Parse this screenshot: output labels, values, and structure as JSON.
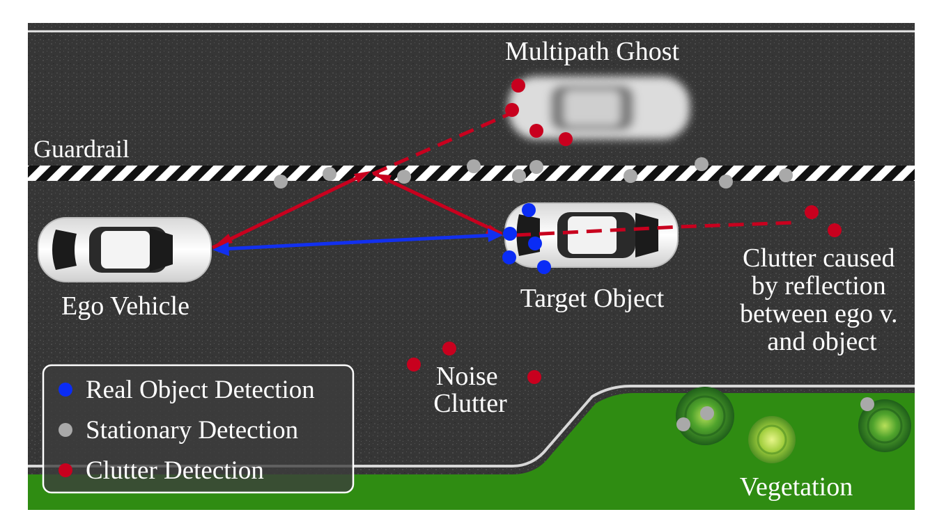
{
  "labels": {
    "multipath_ghost": "Multipath Ghost",
    "guardrail": "Guardrail",
    "ego_vehicle": "Ego Vehicle",
    "target_object": "Target Object",
    "clutter_reflection": [
      "Clutter caused",
      "by reflection",
      "between ego v.",
      "and object"
    ],
    "noise_clutter": [
      "Noise",
      "Clutter"
    ],
    "vegetation": "Vegetation"
  },
  "legend": [
    {
      "label": "Real Object Detection",
      "color": "#0a2cf5"
    },
    {
      "label": "Stationary Detection",
      "color": "#a9a9a9"
    },
    {
      "label": "Clutter Detection",
      "color": "#c8001e"
    }
  ],
  "colors": {
    "road": "#3a3a3a",
    "grass": "#2f8a12",
    "real_detection": "#0a2cf5",
    "stationary_detection": "#a9a9a9",
    "clutter_detection": "#c8001e",
    "reflection_path": "#c8001e",
    "direct_path": "#1230ef"
  }
}
